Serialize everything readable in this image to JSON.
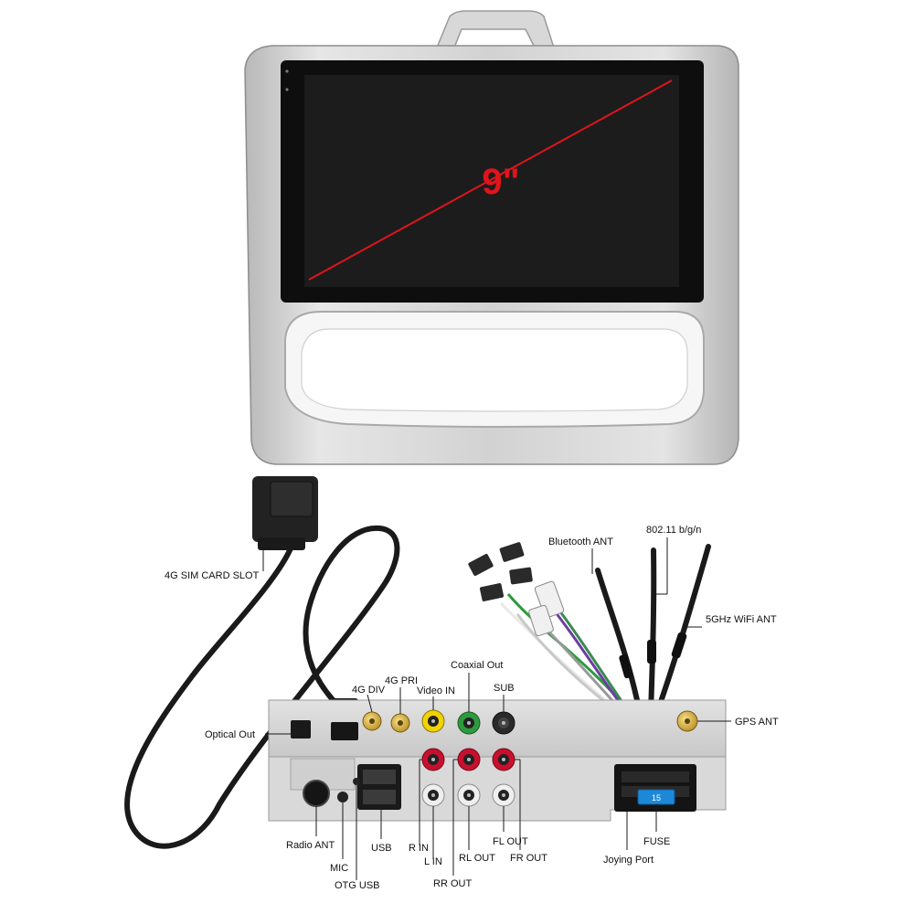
{
  "screen": {
    "size_label": "9\""
  },
  "labels": {
    "sim_slot": "4G SIM CARD SLOT",
    "optical_out": "Optical Out",
    "radio_ant": "Radio ANT",
    "mic": "MIC",
    "otg_usb": "OTG USB",
    "usb": "USB",
    "r_in": "R IN",
    "l_in": "L IN",
    "rr_out": "RR OUT",
    "rl_out": "RL OUT",
    "fl_out": "FL OUT",
    "fr_out": "FR OUT",
    "joying_port": "Joying Port",
    "fuse": "FUSE",
    "gps_ant": "GPS ANT",
    "g4_div": "4G DIV",
    "g4_pri": "4G PRI",
    "video_in": "Video IN",
    "coaxial_out": "Coaxial Out",
    "sub": "SUB",
    "bluetooth_ant": "Bluetooth ANT",
    "wifi_24": "802.11 b/g/n",
    "wifi_5": "5GHz WiFi ANT"
  },
  "fuse_value": "15",
  "colors": {
    "diagonal": "#e0141b",
    "screen": "#1c1c1c",
    "bezel": "#c9c9c9",
    "rca_red": "#c8102e",
    "rca_yellow": "#f2d200",
    "rca_green": "#2e9a3e",
    "fuse": "#1e88d8"
  }
}
